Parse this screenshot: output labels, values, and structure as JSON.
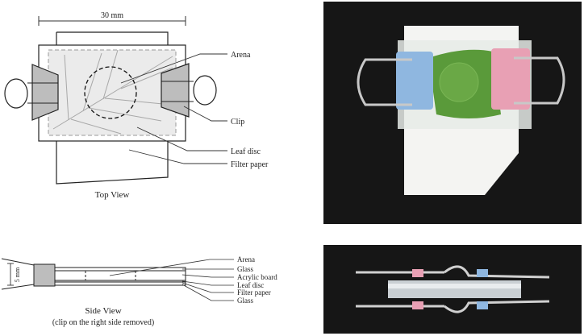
{
  "top_view": {
    "dimension_label": "30 mm",
    "title": "Top View",
    "callouts": {
      "arena": "Arena",
      "clip": "Clip",
      "leaf_disc": "Leaf disc",
      "filter_paper": "Filter paper"
    }
  },
  "side_view": {
    "title": "Side View",
    "subtitle": "(clip on the right side removed)",
    "scale_label": "5 mm",
    "callouts": {
      "arena": "Arena",
      "glass_top": "Glass",
      "acrylic_board": "Acrylic board",
      "leaf_disc": "Leaf disc",
      "filter_paper": "Filter paper",
      "glass_bottom": "Glass"
    }
  },
  "colors": {
    "photo_background": "#161616",
    "clip_left": "#8fb7e0",
    "clip_right": "#e8a0b4",
    "leaf": "#5a9a3a",
    "paper": "#f4f4f2",
    "diagram_gray": "#bdbdbd",
    "diagram_light": "#ececec"
  }
}
